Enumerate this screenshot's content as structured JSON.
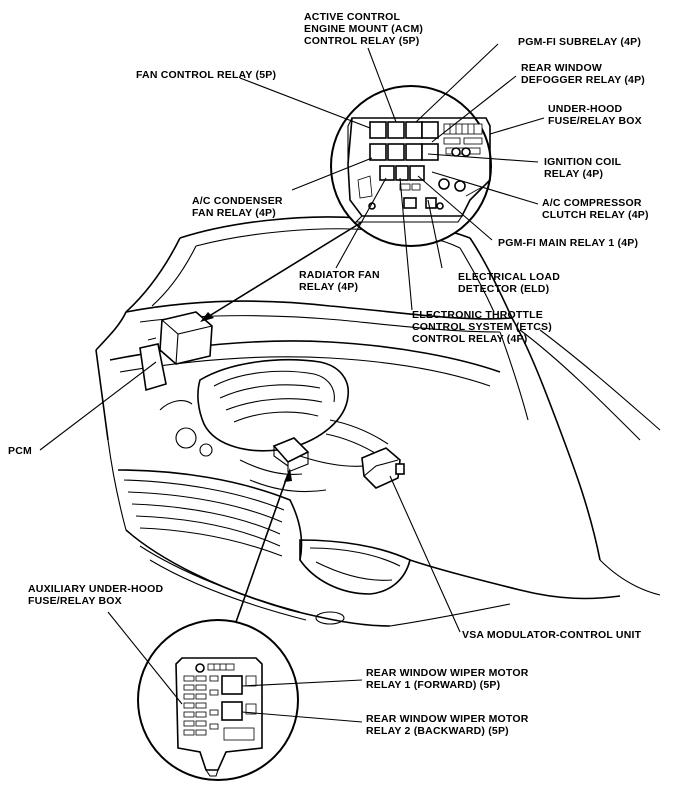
{
  "labels": {
    "acm_l1": "ACTIVE CONTROL",
    "acm_l2": "ENGINE MOUNT (ACM)",
    "acm_l3": "CONTROL RELAY (5P)",
    "pgmfi_sub": "PGM-FI SUBRELAY (4P)",
    "fan_control": "FAN CONTROL RELAY (5P)",
    "rear_def_l1": "REAR WINDOW",
    "rear_def_l2": "DEFOGGER RELAY (4P)",
    "underhood_l1": "UNDER-HOOD",
    "underhood_l2": "FUSE/RELAY BOX",
    "ign_l1": "IGNITION COIL",
    "ign_l2": "RELAY (4P)",
    "ac_cond_l1": "A/C CONDENSER",
    "ac_cond_l2": "FAN RELAY (4P)",
    "ac_comp_l1": "A/C COMPRESSOR",
    "ac_comp_l2": "CLUTCH RELAY (4P)",
    "pgmfi_main": "PGM-FI MAIN RELAY 1 (4P)",
    "rad_l1": "RADIATOR FAN",
    "rad_l2": "RELAY (4P)",
    "eld_l1": "ELECTRICAL LOAD",
    "eld_l2": "DETECTOR (ELD)",
    "etcs_l1": "ELECTRONIC THROTTLE",
    "etcs_l2": "CONTROL SYSTEM (ETCS)",
    "etcs_l3": "CONTROL RELAY (4P)",
    "pcm": "PCM",
    "vsa": "VSA MODULATOR-CONTROL UNIT",
    "aux_l1": "AUXILIARY UNDER-HOOD",
    "aux_l2": "FUSE/RELAY BOX",
    "wiper1_l1": "REAR WINDOW WIPER MOTOR",
    "wiper1_l2": "RELAY 1 (FORWARD) (5P)",
    "wiper2_l1": "REAR WINDOW WIPER MOTOR",
    "wiper2_l2": "RELAY 2 (BACKWARD) (5P)"
  }
}
